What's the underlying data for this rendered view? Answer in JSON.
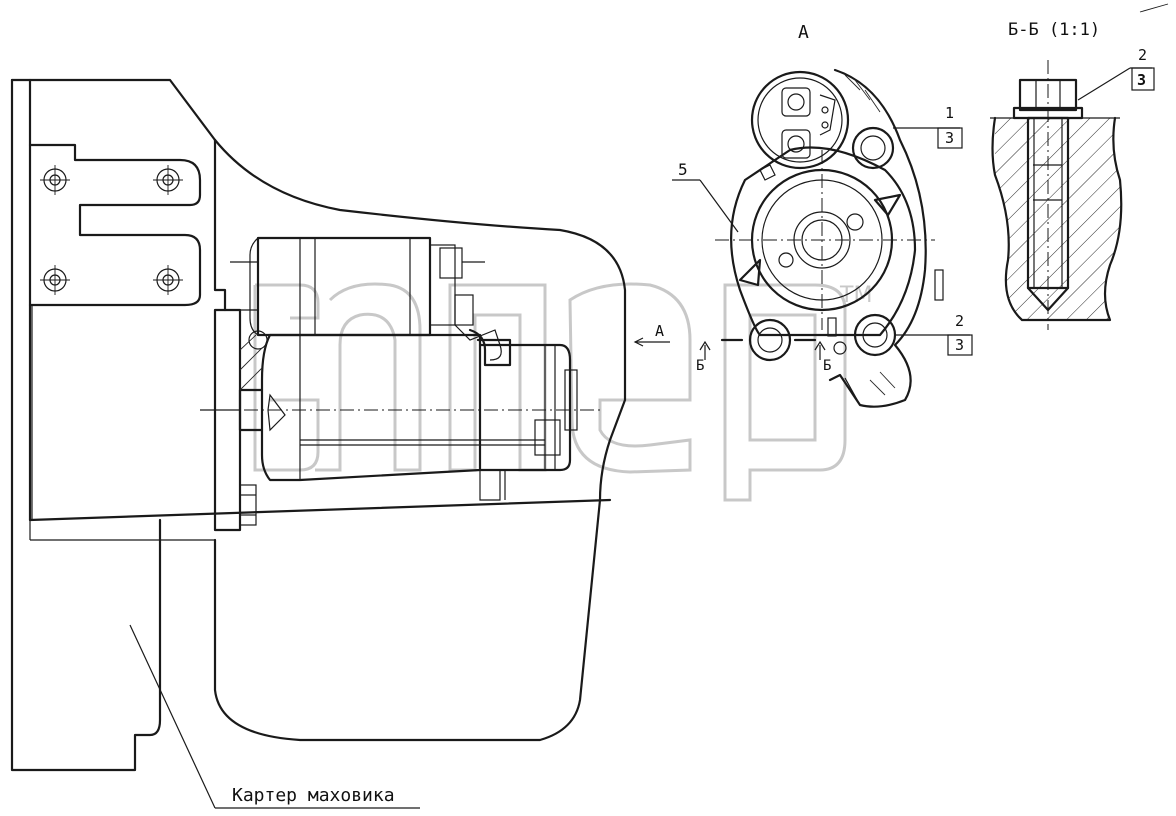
{
  "labels": {
    "view_a": "А",
    "section_bb": "Б-Б (1:1)",
    "caption": "Картер маховика",
    "arrow_a": "А",
    "cut_b_left": "Б",
    "cut_b_right": "Б",
    "watermark_tm": "ТМ"
  },
  "callouts": [
    {
      "number": "5"
    },
    {
      "number": "1",
      "qty": "3"
    },
    {
      "number": "2",
      "qty": "3"
    },
    {
      "number": "2",
      "qty": "3"
    }
  ]
}
